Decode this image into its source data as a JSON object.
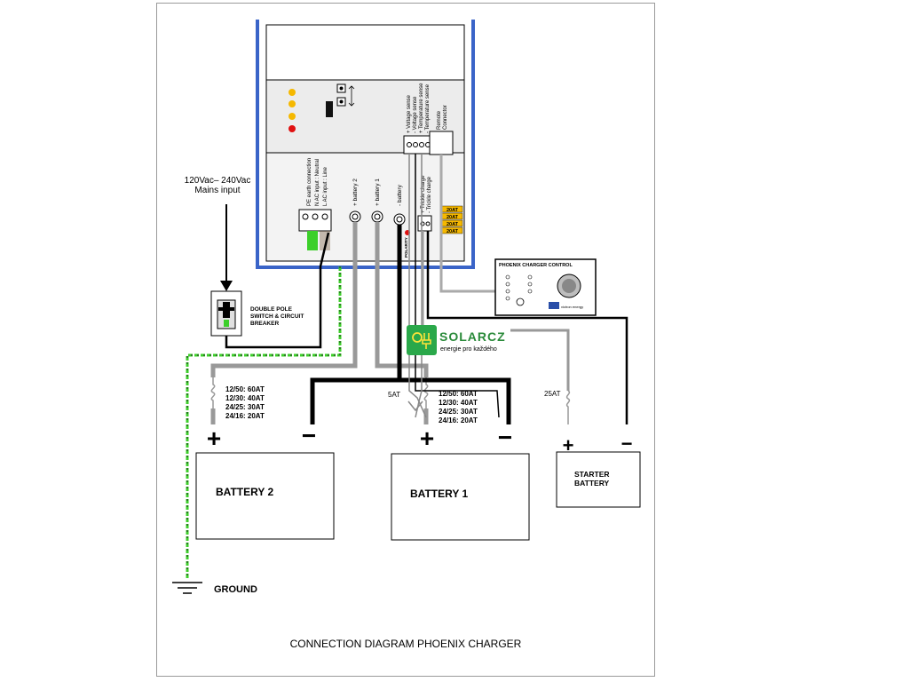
{
  "mains_label": [
    "120Vac– 240Vac",
    "Mains input"
  ],
  "charger": {
    "terminal_labels": [
      "PE earth connection",
      "N AC input : Neutral",
      "L AC input : Line"
    ],
    "battery2_label": "+ battery 2",
    "battery1_label": "+ battery 1",
    "negative_label": "- battery",
    "polarity_label": "POLARITY",
    "sense_labels": [
      "+ Voltage sense",
      "- Voltage sense",
      "+ Temperature sense",
      "- Temperature sense"
    ],
    "remote_label": [
      "Remote",
      "Connector"
    ],
    "trickle_labels": [
      "+ Trickle charge",
      "- Trickle charge"
    ],
    "fuse_tags": [
      "20AT",
      "20AT",
      "20AT",
      "20AT"
    ],
    "led_colors": [
      "#f5b800",
      "#f5b800",
      "#f5b800",
      "#e01010"
    ]
  },
  "breaker_label": [
    "DOUBLE POLE",
    "SWITCH & CIRCUIT",
    "BREAKER"
  ],
  "control_panel": {
    "title": "PHOENIX CHARGER CONTROL",
    "brand": "victron energy"
  },
  "watermark": {
    "name": "SOLARCZ",
    "tagline": "energie pro každého"
  },
  "fuse_ratings": [
    "12/50: 60AT",
    "12/30: 40AT",
    "24/25: 30AT",
    "24/16: 20AT"
  ],
  "fuse_5at": "5AT",
  "fuse_25at": "25AT",
  "batteries": {
    "battery2": "BATTERY 2",
    "battery1": "BATTERY 1",
    "starter": [
      "STARTER",
      "BATTERY"
    ]
  },
  "polarity_signs": {
    "plus": "+",
    "minus": "−"
  },
  "ground_label": "GROUND",
  "caption": "CONNECTION DIAGRAM PHOENIX CHARGER"
}
